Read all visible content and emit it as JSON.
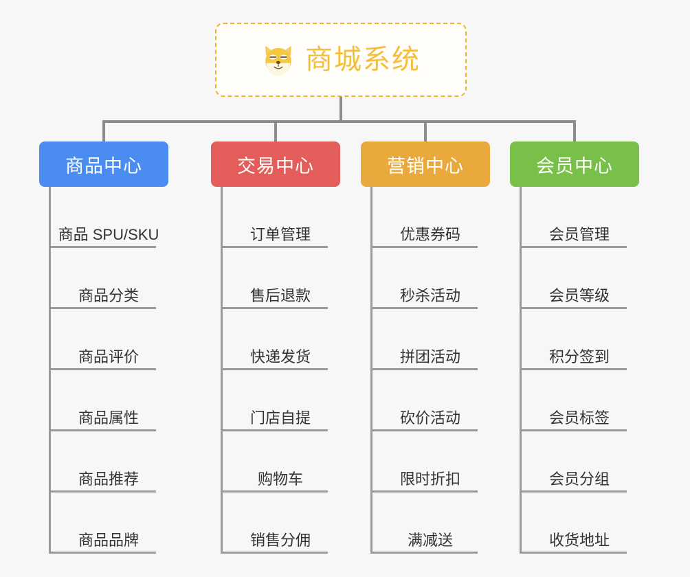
{
  "background_color": "#f7f7f7",
  "connector_color": "#8c8c8c",
  "root": {
    "title": "商城系统",
    "icon": "shiba-dog-icon",
    "text_color": "#f5bf3e",
    "border_color": "#f0b429"
  },
  "columns": [
    {
      "id": "product-center",
      "label": "商品中心",
      "color": "#4a8cf0",
      "items": [
        "商品 SPU/SKU",
        "商品分类",
        "商品评价",
        "商品属性",
        "商品推荐",
        "商品品牌"
      ]
    },
    {
      "id": "trade-center",
      "label": "交易中心",
      "color": "#e35d5b",
      "items": [
        "订单管理",
        "售后退款",
        "快递发货",
        "门店自提",
        "购物车",
        "销售分佣"
      ]
    },
    {
      "id": "marketing-center",
      "label": "营销中心",
      "color": "#eaa93c",
      "items": [
        "优惠券码",
        "秒杀活动",
        "拼团活动",
        "砍价活动",
        "限时折扣",
        "满减送"
      ]
    },
    {
      "id": "member-center",
      "label": "会员中心",
      "color": "#79c04a",
      "items": [
        "会员管理",
        "会员等级",
        "积分签到",
        "会员标签",
        "会员分组",
        "收货地址"
      ]
    }
  ]
}
